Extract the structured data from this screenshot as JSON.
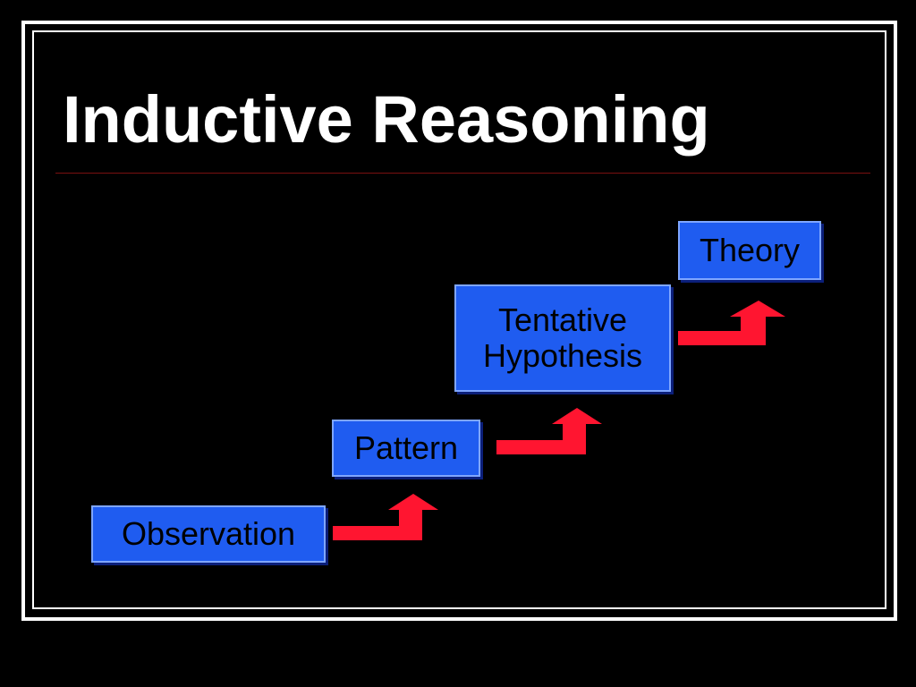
{
  "slide": {
    "title": "Inductive Reasoning"
  },
  "diagram": {
    "steps": [
      {
        "label": "Observation"
      },
      {
        "label": "Pattern"
      },
      {
        "label": "Tentative\nHypothesis"
      },
      {
        "label": "Theory"
      }
    ],
    "colors": {
      "box_fill": "#1f5cf0",
      "arrow": "#ff1530",
      "background": "#000000",
      "frame": "#ffffff"
    }
  }
}
